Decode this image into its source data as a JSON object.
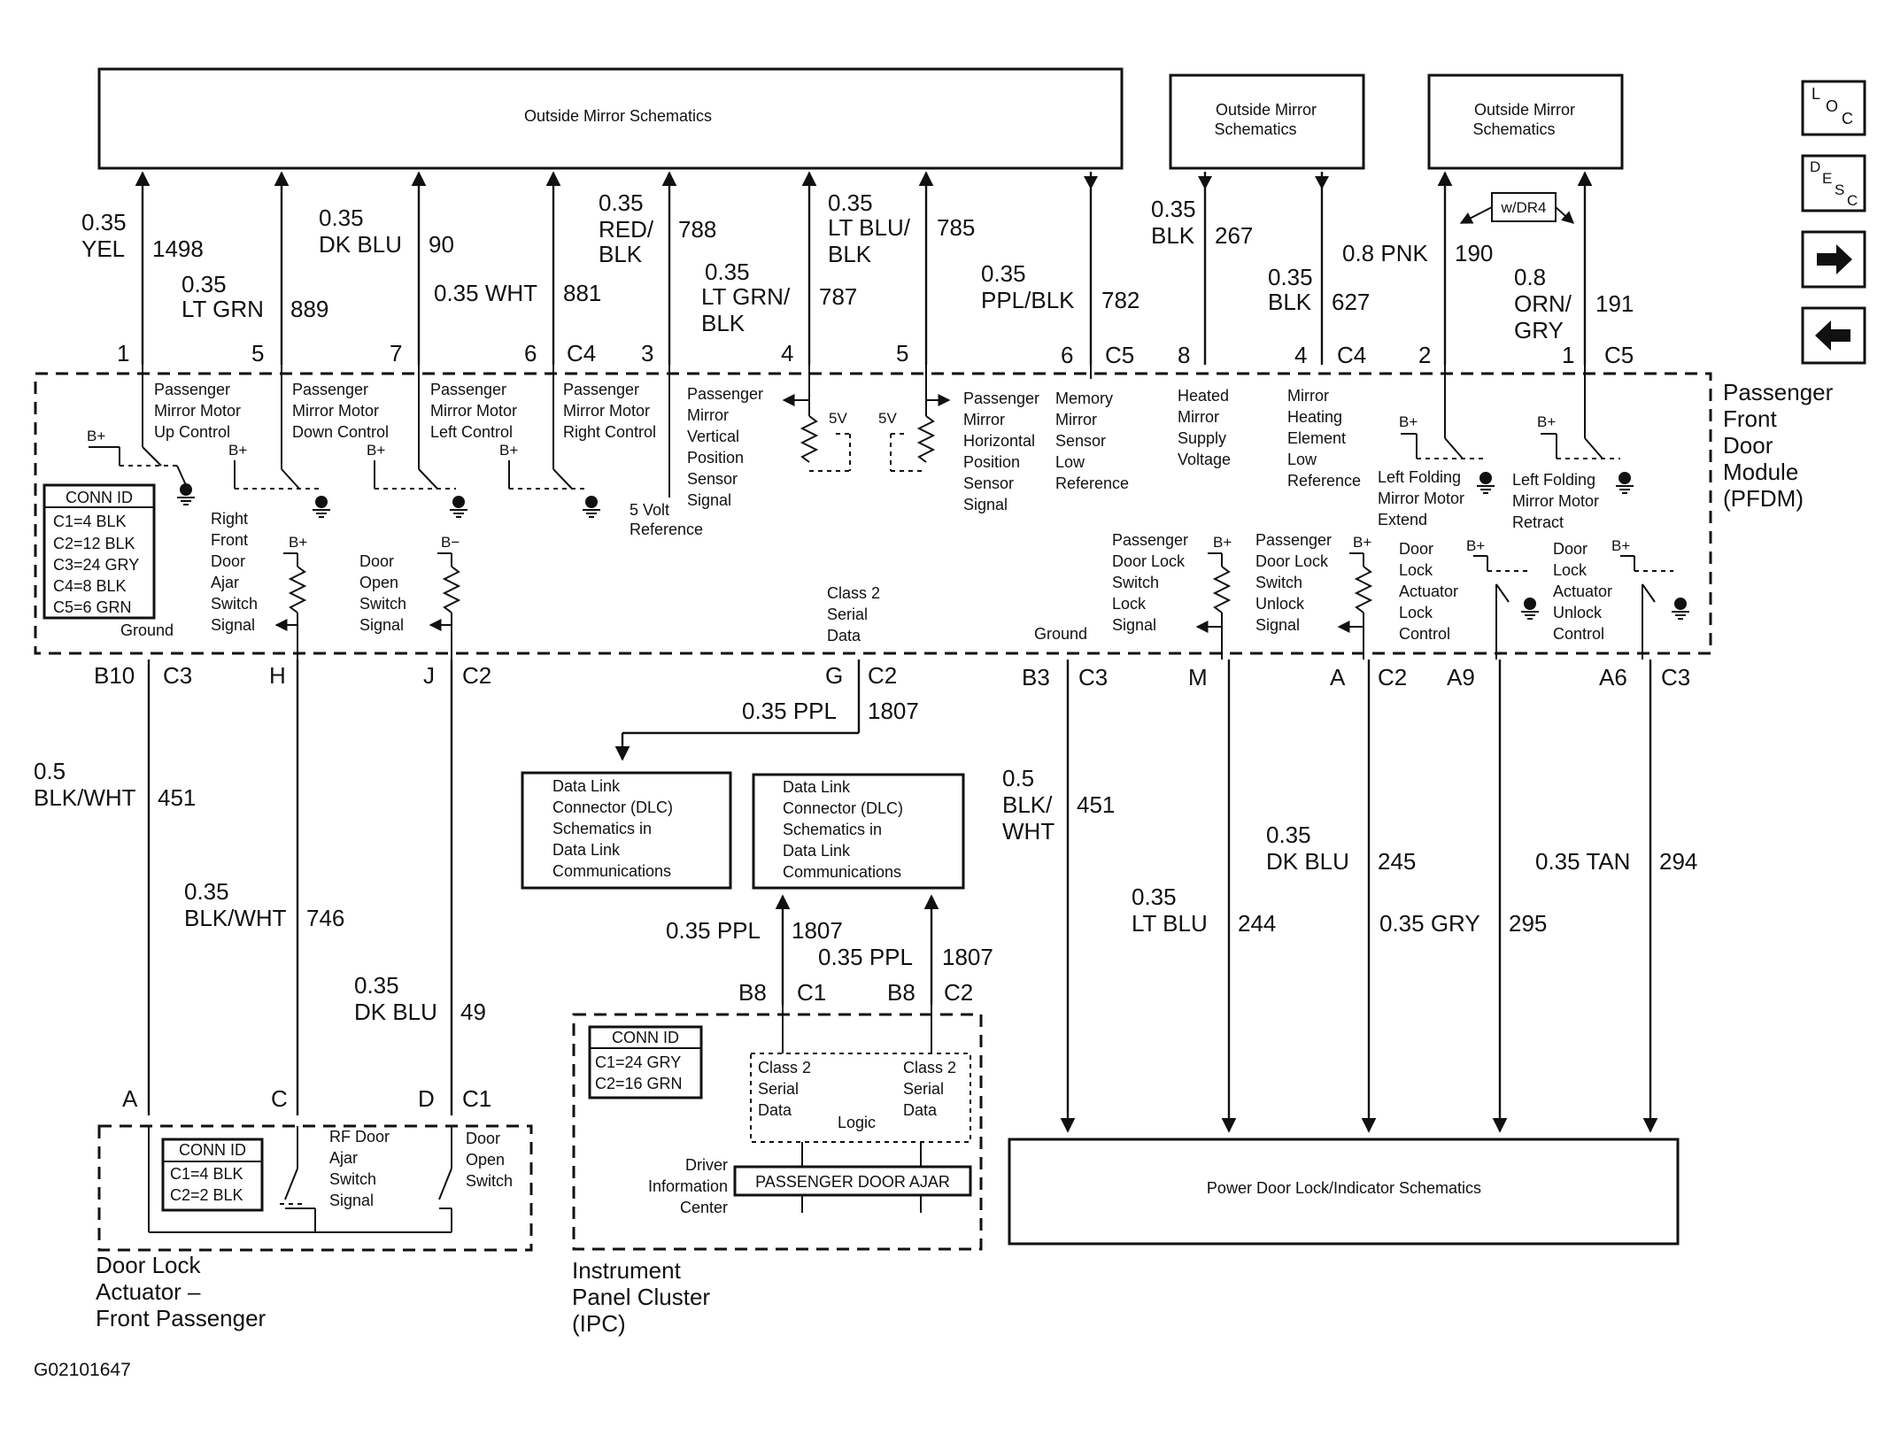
{
  "boxes": {
    "mirror_main": "Outside Mirror Schematics",
    "mirror_right_1": "Outside Mirror",
    "mirror_right_2": "Schematics",
    "mirror_far_1": "Outside Mirror",
    "mirror_far_2": "Schematics",
    "wdr4": "w/DR4",
    "power_door": "Power Door Lock/Indicator Schematics",
    "dlc_left": [
      "Data Link",
      "Connector (DLC)",
      "Schematics in",
      "Data Link",
      "Communications"
    ],
    "dlc_right": [
      "Data Link",
      "Connector (DLC)",
      "Schematics in",
      "Data Link",
      "Communications"
    ]
  },
  "nav": {
    "loc": [
      "L",
      "O",
      "C"
    ],
    "desc": [
      "D",
      "E",
      "S",
      "C"
    ]
  },
  "top_wires": [
    {
      "gauge": "0.35",
      "color": "YEL",
      "circuit": "1498",
      "pin": "1"
    },
    {
      "gauge": "0.35",
      "color": "LT GRN",
      "circuit": "889",
      "pin": "5"
    },
    {
      "gauge": "0.35",
      "color": "DK BLU",
      "circuit": "90",
      "pin": "7"
    },
    {
      "gauge": "0.35 WHT",
      "circuit": "881",
      "pin": "6",
      "conn": "C4"
    },
    {
      "gauge": "0.35",
      "color1": "RED/",
      "color2": "BLK",
      "circuit": "788",
      "pin": "3"
    },
    {
      "gauge": "0.35",
      "color1": "LT GRN/",
      "color2": "BLK",
      "circuit": "787",
      "pin": "4"
    },
    {
      "gauge": "0.35",
      "color1": "LT BLU/",
      "color2": "BLK",
      "circuit": "785",
      "pin": "5"
    },
    {
      "gauge": "0.35",
      "color": "PPL/BLK",
      "circuit": "782",
      "pin": "6",
      "conn": "C5"
    },
    {
      "gauge": "0.35",
      "color": "BLK",
      "circuit": "267",
      "pin": "8"
    },
    {
      "gauge": "0.35",
      "color": "BLK",
      "circuit": "627",
      "pin": "4",
      "conn": "C4"
    },
    {
      "gauge": "0.8 PNK",
      "circuit": "190",
      "pin": "2"
    },
    {
      "gauge": "0.8",
      "color1": "ORN/",
      "color2": "GRY",
      "circuit": "191",
      "pin": "1",
      "conn": "C5"
    }
  ],
  "pfdm": {
    "title": [
      "Passenger",
      "Front",
      "Door",
      "Module",
      "(PFDM)"
    ],
    "conn_id_title": "CONN ID",
    "conn_ids": [
      "C1=4 BLK",
      "C2=12 BLK",
      "C3=24 GRY",
      "C4=8 BLK",
      "C5=6 GRN"
    ],
    "labels": {
      "up": [
        "Passenger",
        "Mirror Motor",
        "Up Control"
      ],
      "down": [
        "Passenger",
        "Mirror Motor",
        "Down Control"
      ],
      "left": [
        "Passenger",
        "Mirror Motor",
        "Left Control"
      ],
      "right": [
        "Passenger",
        "Mirror Motor",
        "Right Control"
      ],
      "vertical": [
        "Passenger",
        "Mirror",
        "Vertical",
        "Position",
        "Sensor",
        "Signal"
      ],
      "five_volt_ref": [
        "5 Volt",
        "Reference"
      ],
      "horizontal": [
        "Passenger",
        "Mirror",
        "Horizontal",
        "Position",
        "Sensor",
        "Signal"
      ],
      "memory": [
        "Memory",
        "Mirror",
        "Sensor",
        "Low",
        "Reference"
      ],
      "heated": [
        "Heated",
        "Mirror",
        "Supply",
        "Voltage"
      ],
      "heating_low": [
        "Mirror",
        "Heating",
        "Element",
        "Low",
        "Reference"
      ],
      "fold_extend": [
        "Left Folding",
        "Mirror Motor",
        "Extend"
      ],
      "fold_retract": [
        "Left Folding",
        "Mirror Motor",
        "Retract"
      ],
      "rf_ajar": [
        "Right",
        "Front",
        "Door",
        "Ajar",
        "Switch",
        "Signal"
      ],
      "door_open": [
        "Door",
        "Open",
        "Switch",
        "Signal"
      ],
      "ground_left": "Ground",
      "class2": [
        "Class 2",
        "Serial",
        "Data"
      ],
      "ground_right": "Ground",
      "lock_switch": [
        "Passenger",
        "Door Lock",
        "Switch",
        "Lock",
        "Signal"
      ],
      "unlock_switch": [
        "Passenger",
        "Door Lock",
        "Switch",
        "Unlock",
        "Signal"
      ],
      "actuator_lock": [
        "Door",
        "Lock",
        "Actuator",
        "Lock",
        "Control"
      ],
      "actuator_unlock": [
        "Door",
        "Lock",
        "Actuator",
        "Unlock",
        "Control"
      ],
      "five_v": "5V",
      "bplus": "B+",
      "bminus": "B−"
    }
  },
  "bottom_pins": {
    "b10": "B10",
    "c3a": "C3",
    "h": "H",
    "j": "J",
    "c2a": "C2",
    "g": "G",
    "c2b": "C2",
    "b3": "B3",
    "c3b": "C3",
    "m": "M",
    "a": "A",
    "c2c": "C2",
    "a9": "A9",
    "a6": "A6",
    "c3c": "C3"
  },
  "wires_lower": {
    "w451a_g": "0.5",
    "w451a_c": "BLK/WHT",
    "w451a_n": "451",
    "w746_g": "0.35",
    "w746_c": "BLK/WHT",
    "w746_n": "746",
    "w49_g": "0.35",
    "w49_c": "DK BLU",
    "w49_n": "49",
    "w1807a_c": "0.35 PPL",
    "w1807a_n": "1807",
    "w1807b_c": "0.35 PPL",
    "w1807b_n": "1807",
    "w1807c_c": "0.35 PPL",
    "w1807c_n": "1807",
    "w451b_g": "0.5",
    "w451b_c1": "BLK/",
    "w451b_c2": "WHT",
    "w451b_n": "451",
    "w245_g": "0.35",
    "w245_c": "DK BLU",
    "w245_n": "245",
    "w244_g": "0.35",
    "w244_c": "LT BLU",
    "w244_n": "244",
    "w295_c": "0.35 GRY",
    "w295_n": "295",
    "w294_c": "0.35 TAN",
    "w294_n": "294"
  },
  "actuator": {
    "pins": [
      "A",
      "C",
      "D",
      "C1"
    ],
    "conn_id_title": "CONN ID",
    "conn_ids": [
      "C1=4 BLK",
      "C2=2 BLK"
    ],
    "rf_label": [
      "RF Door",
      "Ajar",
      "Switch",
      "Signal"
    ],
    "open_label": [
      "Door",
      "Open",
      "Switch"
    ],
    "title": [
      "Door Lock",
      "Actuator –",
      "Front Passenger"
    ]
  },
  "ipc": {
    "pins": [
      "B8",
      "C1",
      "B8",
      "C2"
    ],
    "conn_id_title": "CONN ID",
    "conn_ids": [
      "C1=24 GRY",
      "C2=16 GRN"
    ],
    "class2_a": [
      "Class 2",
      "Serial",
      "Data"
    ],
    "class2_b": [
      "Class 2",
      "Serial",
      "Data"
    ],
    "logic": "Logic",
    "dic": [
      "Driver",
      "Information",
      "Center"
    ],
    "message": "PASSENGER DOOR AJAR",
    "title": [
      "Instrument",
      "Panel Cluster",
      "(IPC)"
    ]
  },
  "figure_id": "G02101647"
}
